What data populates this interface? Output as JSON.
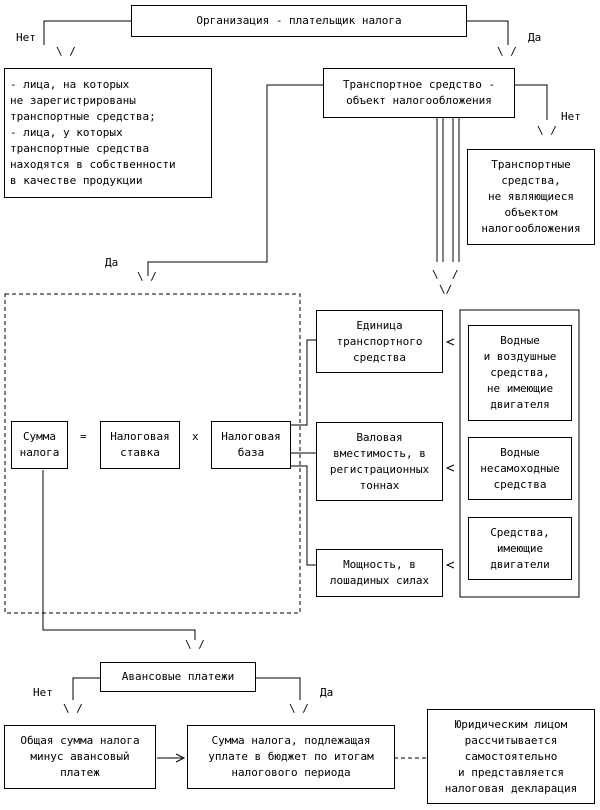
{
  "boxes": {
    "org": "Организация - плательщик налога",
    "persons": "- лица, на которых\nне зарегистрированы\nтранспортные средства;\n- лица, у которых\nтранспортные средства\nнаходятся в собственности\nв качестве продукции",
    "object": "Транспортное средство -\nобъект налогообложения",
    "not_object": "Транспортные\nсредства,\nне являющиеся\nобъектом\nналогообложения",
    "unit": "Единица\nтранспортного\nсредства",
    "tonnage": "Валовая\nвместимость, в\nрегистрационных\nтоннах",
    "power": "Мощность, в\nлошадиных силах",
    "water_air": "Водные\nи воздушные\nсредства,\nне имеющие\nдвигателя",
    "water_non_self": "Водные\nнесамоходные\nсредства",
    "with_engines": "Средства,\nимеющие\nдвигатели",
    "tax_sum": "Сумма\nналога",
    "tax_rate": "Налоговая\nставка",
    "tax_base": "Налоговая\nбаза",
    "advance": "Авансовые платежи",
    "total_minus": "Общая сумма налога\nминус авансовый\nплатеж",
    "payable": "Сумма налога, подлежащая\nуплате в бюджет по итогам\nналогового периода",
    "declaration": "Юридическим лицом\nрассчитывается\nсамостоятельно\nи представляется\nналоговая декларация"
  },
  "labels": {
    "no1": "Нет",
    "yes1": "Да",
    "no2": "Нет",
    "yes2": "Да",
    "no3": "Нет",
    "yes3": "Да",
    "eq": "=",
    "times": "x"
  }
}
